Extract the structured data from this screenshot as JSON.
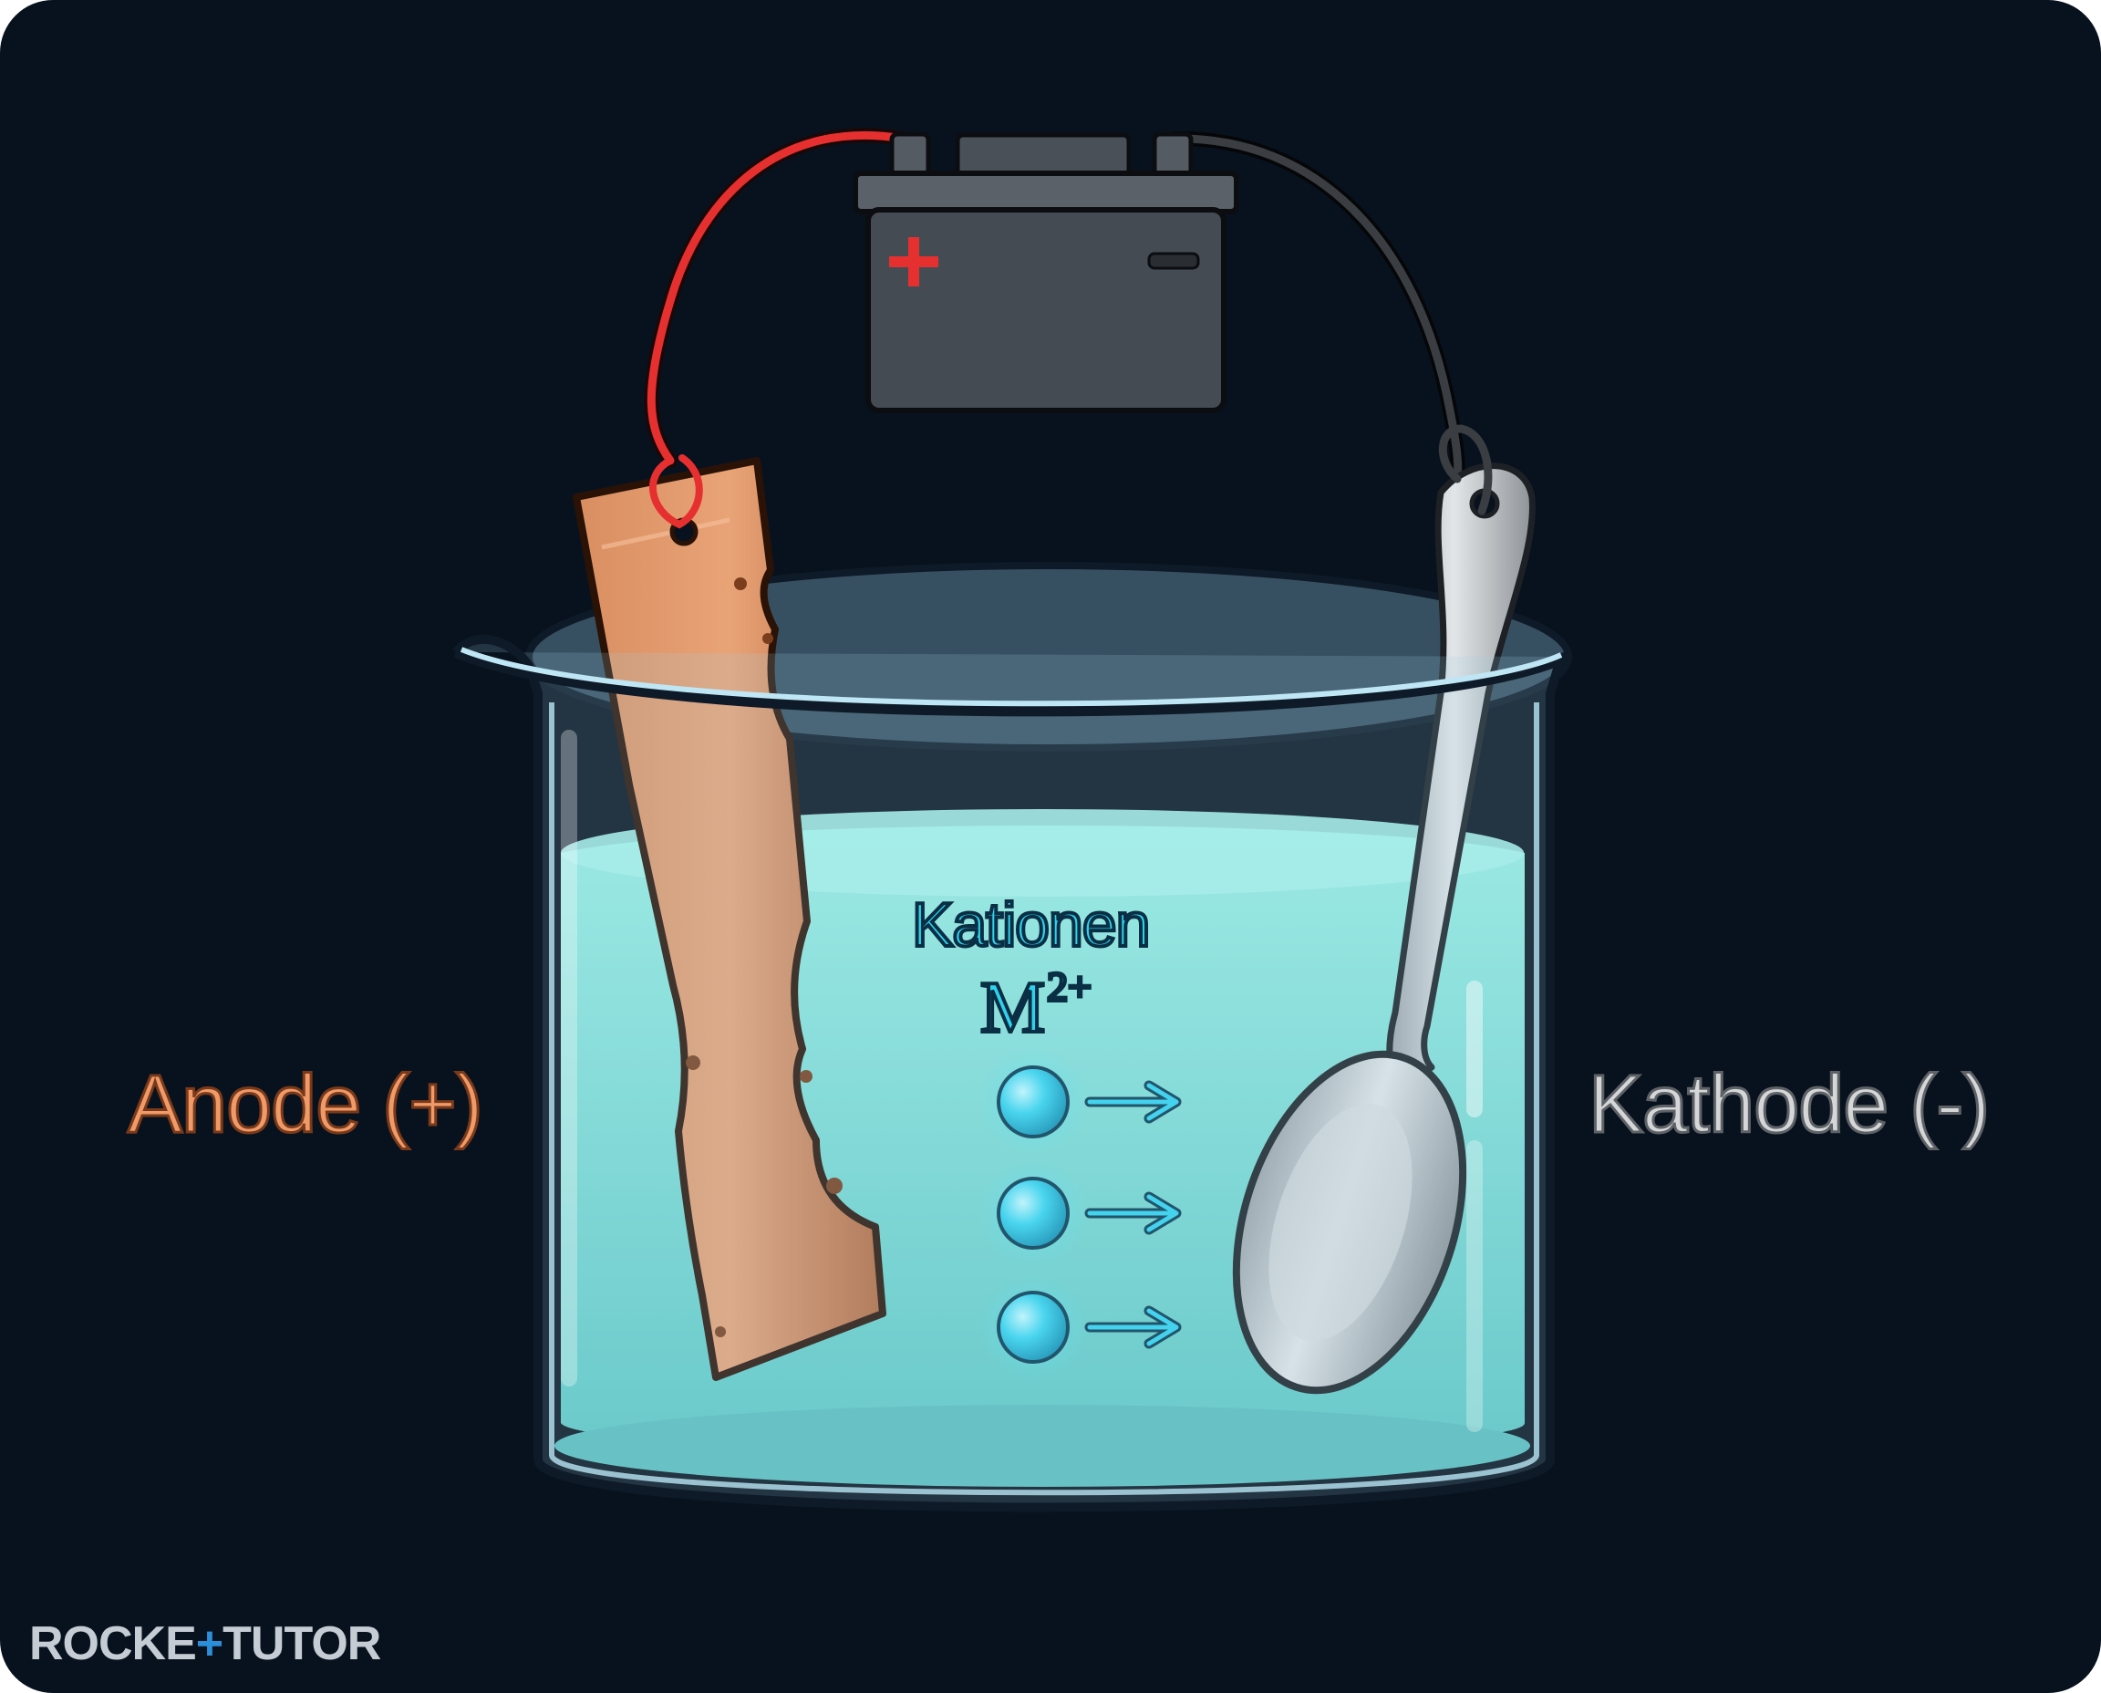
{
  "labels": {
    "anode": "Anode (+)",
    "kathode": "Kathode (-)",
    "cations": "Kationen",
    "ion_symbol": "M",
    "ion_charge": "2+"
  },
  "battery": {
    "positive_symbol": "+",
    "negative_symbol": "−"
  },
  "logo": {
    "part1": "ROCKE",
    "plus": "+",
    "part2": "TUTOR"
  },
  "colors": {
    "background": "#08121e",
    "anode_copper": "#c57a4f",
    "kathode_silver": "#c9cccf",
    "electrolyte": "#6fd3c9",
    "cation": "#2fd2ee",
    "wire_positive": "#e63030",
    "wire_negative": "#2a2c30"
  }
}
